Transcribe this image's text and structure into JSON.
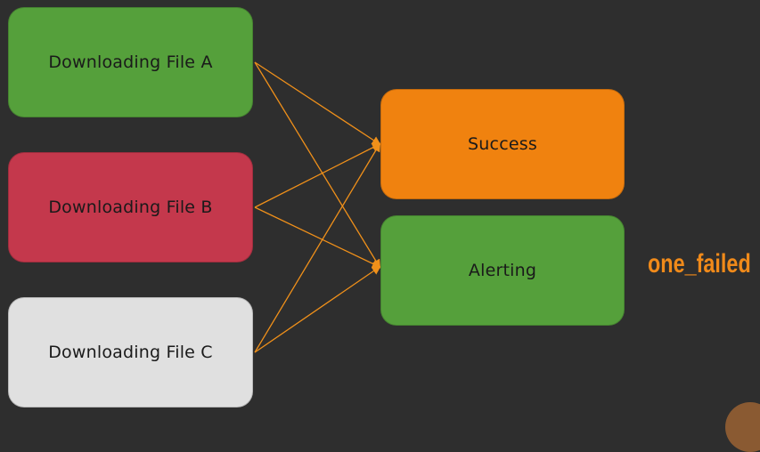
{
  "colors": {
    "background": "#2e2e2e",
    "success_green": "#55a03b",
    "failed_red": "#c4384c",
    "pending_gray": "#e0e0e0",
    "success_orange": "#f0820f",
    "arrow_orange": "#f0901a",
    "label_orange": "#f08a1a",
    "text_dark": "#1a1a1a"
  },
  "nodes": {
    "file_a": {
      "label": "Downloading File A",
      "state_color": "#55a03b"
    },
    "file_b": {
      "label": "Downloading File B",
      "state_color": "#c4384c"
    },
    "file_c": {
      "label": "Downloading File C",
      "state_color": "#e0e0e0"
    },
    "success": {
      "label": "Success",
      "state_color": "#f0820f"
    },
    "alerting": {
      "label": "Alerting",
      "state_color": "#55a03b"
    }
  },
  "edges": [
    {
      "from": "file_a",
      "to": "success"
    },
    {
      "from": "file_a",
      "to": "alerting"
    },
    {
      "from": "file_b",
      "to": "success"
    },
    {
      "from": "file_b",
      "to": "alerting"
    },
    {
      "from": "file_c",
      "to": "success"
    },
    {
      "from": "file_c",
      "to": "alerting"
    }
  ],
  "trigger_rule_label": "one_failed"
}
